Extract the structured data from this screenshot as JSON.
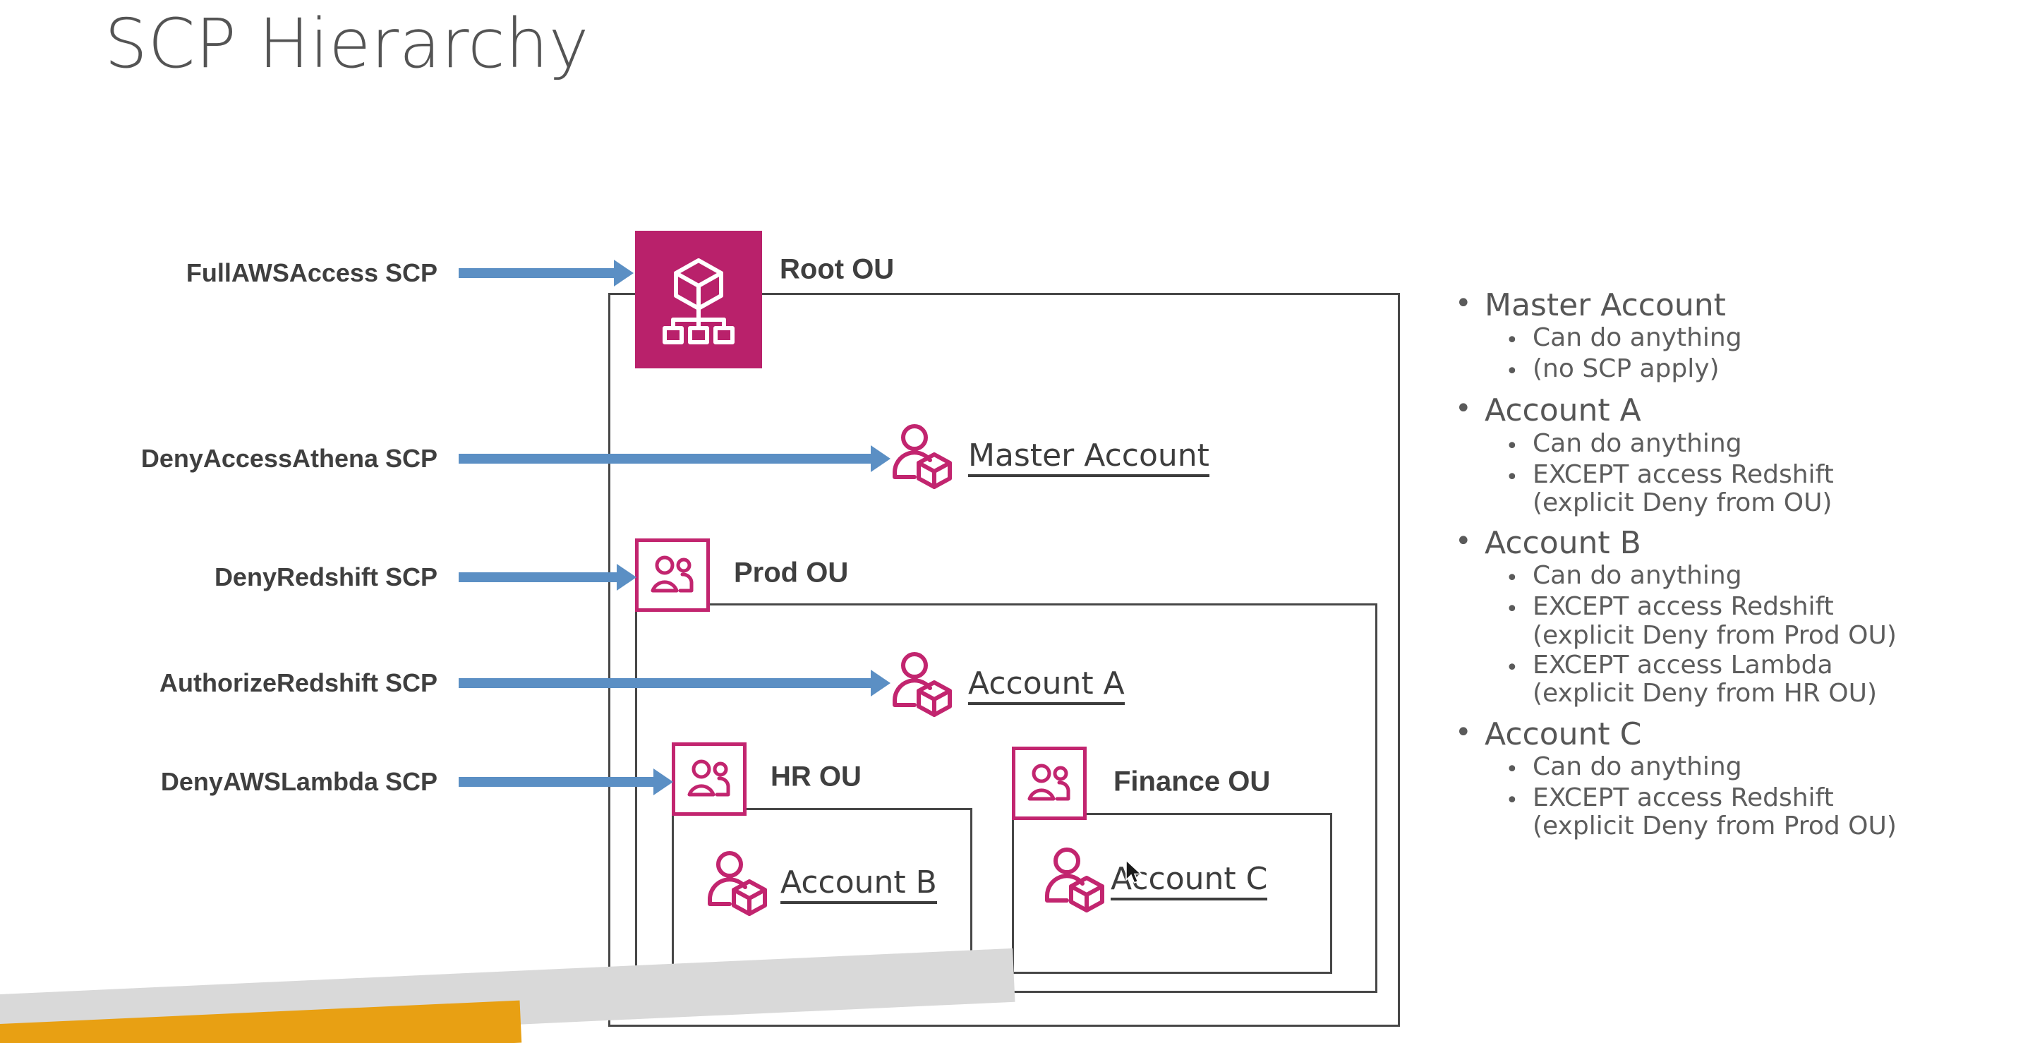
{
  "slide": {
    "title": "SCP Hierarchy",
    "background": "#ffffff",
    "accent_magenta": "#c2256f",
    "accent_magenta_fill": "#b9216b",
    "accent_blue": "#5b8fc4",
    "text_gray": "#545454",
    "band_gray": "#d9d9d9",
    "band_orange": "#e8a013"
  },
  "scp_policies": [
    {
      "label": "FullAWSAccess SCP",
      "target": "Root OU"
    },
    {
      "label": "DenyAccessAthena SCP",
      "target": "Master Account"
    },
    {
      "label": "DenyRedshift SCP",
      "target": "Prod OU"
    },
    {
      "label": "AuthorizeRedshift SCP",
      "target": "Account A"
    },
    {
      "label": "DenyAWSLambda SCP",
      "target": "HR OU"
    }
  ],
  "hierarchy": {
    "root": {
      "name": "Root OU",
      "icon": "organization-root-icon"
    },
    "master_account": {
      "name": "Master Account",
      "icon": "account-user-cube-icon"
    },
    "prod_ou": {
      "name": "Prod OU",
      "icon": "organizational-unit-icon"
    },
    "account_a": {
      "name": "Account A",
      "icon": "account-user-cube-icon"
    },
    "hr_ou": {
      "name": "HR OU",
      "icon": "organizational-unit-icon"
    },
    "finance_ou": {
      "name": "Finance OU",
      "icon": "organizational-unit-icon"
    },
    "account_b": {
      "name": "Account B",
      "icon": "account-user-cube-icon"
    },
    "account_c": {
      "name": "Account C",
      "icon": "account-user-cube-icon"
    }
  },
  "notes": [
    {
      "heading": "Master Account",
      "items": [
        "Can do anything",
        "(no SCP apply)"
      ]
    },
    {
      "heading": "Account A",
      "items": [
        "Can do anything",
        "EXCEPT access Redshift\n(explicit Deny from OU)"
      ]
    },
    {
      "heading": "Account B",
      "items": [
        "Can do anything",
        "EXCEPT access Redshift\n(explicit Deny from Prod OU)",
        "EXCEPT access Lambda\n(explicit Deny from HR OU)"
      ]
    },
    {
      "heading": "Account C",
      "items": [
        "Can do anything",
        "EXCEPT access Redshift\n(explicit Deny from Prod OU)"
      ]
    }
  ],
  "bullet_glyph_l1": "•",
  "bullet_glyph_l2": "•"
}
